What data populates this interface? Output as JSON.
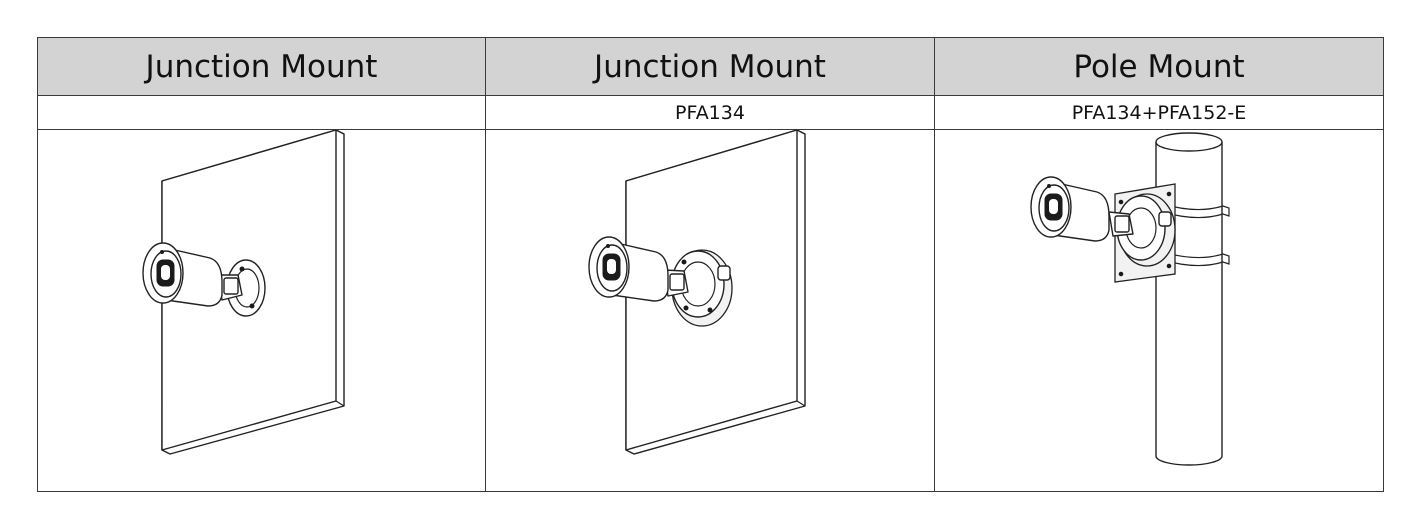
{
  "columns": [
    {
      "title": "Junction Mount",
      "model": "",
      "illustration": "camera-wall-mount"
    },
    {
      "title": "Junction Mount",
      "model": "PFA134",
      "illustration": "camera-junction-box-wall-mount"
    },
    {
      "title": "Pole Mount",
      "model": "PFA134+PFA152-E",
      "illustration": "camera-pole-mount"
    }
  ]
}
